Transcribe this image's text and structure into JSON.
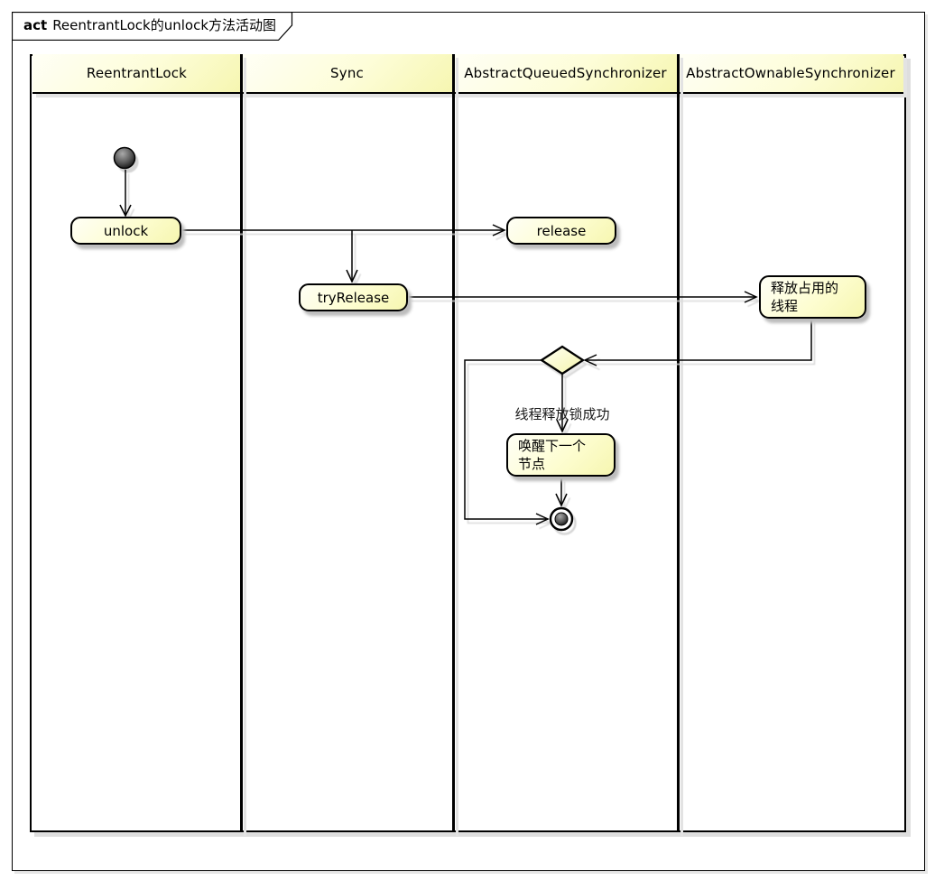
{
  "frame": {
    "keyword": "act",
    "title": "ReentrantLock的unlock方法活动图"
  },
  "lanes": [
    {
      "id": "reentrantlock",
      "label": "ReentrantLock"
    },
    {
      "id": "sync",
      "label": "Sync"
    },
    {
      "id": "aqs",
      "label": "AbstractQueuedSynchronizer"
    },
    {
      "id": "aos",
      "label": "AbstractOwnableSynchronizer"
    }
  ],
  "nodes": {
    "initial": {
      "type": "initial-node",
      "lane": "ReentrantLock"
    },
    "unlock": {
      "label": "unlock",
      "lane": "ReentrantLock"
    },
    "release": {
      "label": "release",
      "lane": "AbstractQueuedSynchronizer"
    },
    "tryRelease": {
      "label": "tryRelease",
      "lane": "Sync"
    },
    "releaseThread": {
      "lines": [
        "释放占用的",
        "线程"
      ],
      "lane": "AbstractOwnableSynchronizer"
    },
    "decision": {
      "type": "decision-node",
      "lane": "AbstractQueuedSynchronizer"
    },
    "wakeNext": {
      "lines": [
        "唤醒下一个",
        "节点"
      ],
      "lane": "AbstractQueuedSynchronizer"
    },
    "final": {
      "type": "activity-final-node",
      "lane": "AbstractQueuedSynchronizer"
    }
  },
  "edges": {
    "guard_label": "线程释放锁成功",
    "flows": [
      "initial -> unlock",
      "unlock -> release",
      "unlock -> tryRelease",
      "tryRelease -> releaseThread",
      "releaseThread -> decision",
      "decision -> wakeNext [线程释放锁成功]",
      "decision -> final",
      "wakeNext -> final"
    ]
  },
  "colors": {
    "node-border": "#000000",
    "node-fill-light": "#fffff6",
    "node-fill-dark": "#f6f6b0",
    "node-shadow": "#bdbdbd",
    "ghost-line": "#d9d9d9",
    "lane-bg": "#ffffff",
    "text": "#000000"
  }
}
